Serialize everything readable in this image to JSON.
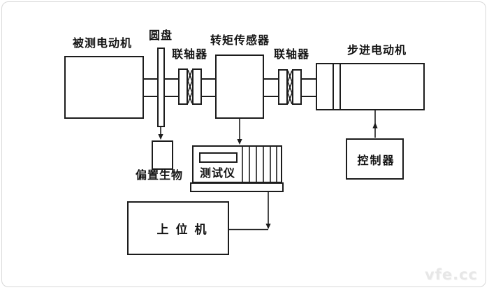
{
  "diagram": {
    "labels": {
      "motor_under_test": "被测电动机",
      "disc": "圆盘",
      "coupling_left": "联轴器",
      "torque_sensor": "转矩传感器",
      "coupling_right": "联轴器",
      "stepper_motor": "步进电动机",
      "bias_weight": "偏置生物",
      "tester": "测试仪",
      "controller": "控制器",
      "host_computer": "上位机"
    },
    "colors": {
      "line": "#1c1c1c",
      "canvas": "#ffffff",
      "frame": "#d8d8d8",
      "watermark": "#e7e7e7"
    }
  },
  "watermark": {
    "text": "vfe.cc"
  }
}
